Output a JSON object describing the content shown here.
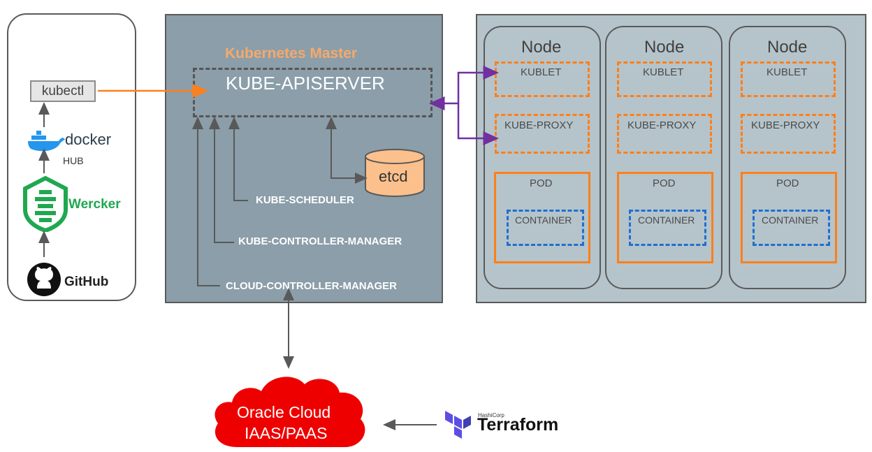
{
  "left_panel": {
    "kubectl": "kubectl",
    "docker": "docker",
    "docker_hub": "HUB",
    "wercker": "Wercker",
    "github": "GitHub"
  },
  "master": {
    "title": "Kubernetes Master",
    "apiserver": "KUBE-APISERVER",
    "etcd": "etcd",
    "scheduler": "KUBE-SCHEDULER",
    "controller_manager": "KUBE-CONTROLLER-MANAGER",
    "cloud_controller_manager": "CLOUD-CONTROLLER-MANAGER"
  },
  "nodes": [
    {
      "title": "Node",
      "kublet": "KUBLET",
      "proxy": "KUBE-PROXY",
      "pod": "POD",
      "container": "CONTAINER"
    },
    {
      "title": "Node",
      "kublet": "KUBLET",
      "proxy": "KUBE-PROXY",
      "pod": "POD",
      "container": "CONTAINER"
    },
    {
      "title": "Node",
      "kublet": "KUBLET",
      "proxy": "KUBE-PROXY",
      "pod": "POD",
      "container": "CONTAINER"
    }
  ],
  "cloud": {
    "line1": "Oracle Cloud",
    "line2": "IAAS/PAAS"
  },
  "terraform": {
    "vendor": "HashiCorp",
    "name": "Terraform"
  },
  "colors": {
    "master_bg": "#8b9ea9",
    "nodes_bg": "#b5c4ca",
    "orange": "#ff7f1a",
    "blue": "#1f6fd1",
    "purple": "#7030a0",
    "cloud_red": "#ee0000",
    "wercker_green": "#1fa84f",
    "terraform_purple": "#5c4ee5",
    "master_title": "#f6a96b"
  }
}
